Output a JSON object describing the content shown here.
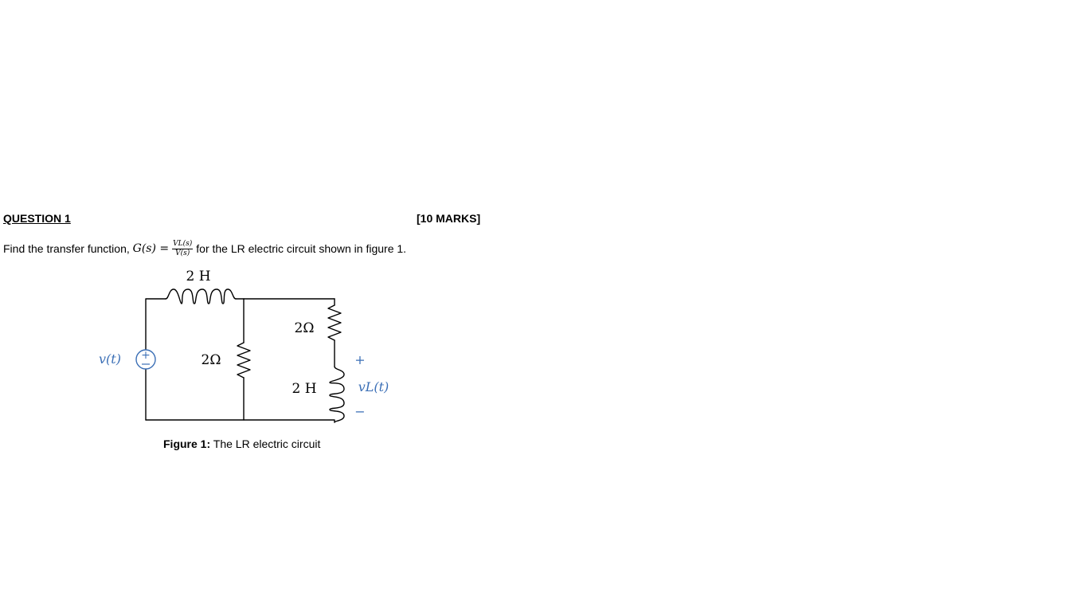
{
  "question": {
    "heading": "QUESTION 1",
    "marks": "[10 MARKS]",
    "text_prefix": "Find the transfer function,",
    "function_name": "G(s) =",
    "fraction_numerator": "VL(s)",
    "fraction_denominator": "V(s)",
    "text_suffix": "for the LR electric circuit shown in figure 1."
  },
  "circuit": {
    "top_inductor_label": "2 H",
    "left_resistor_label": "2Ω",
    "right_resistor_label": "2Ω",
    "right_inductor_label": "2 H",
    "source_label": "v(t)",
    "source_plus": "+",
    "output_plus": "+",
    "output_label": "vL(t)",
    "output_minus": "−",
    "accent_color": "#3b6fb6"
  },
  "caption": {
    "label": "Figure 1:",
    "text": "The LR electric circuit"
  }
}
